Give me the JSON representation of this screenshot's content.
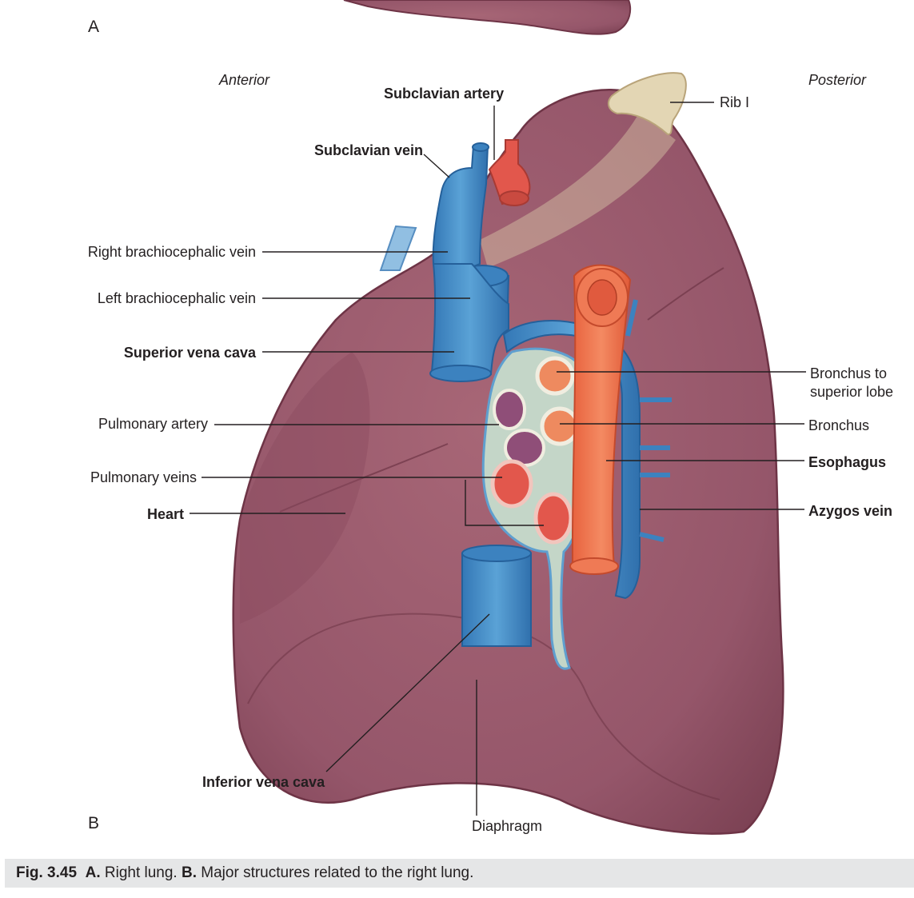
{
  "panels": {
    "a": "A",
    "b": "B"
  },
  "orientation": {
    "anterior": "Anterior",
    "posterior": "Posterior"
  },
  "labels": {
    "subclavian_artery": "Subclavian artery",
    "subclavian_vein": "Subclavian vein",
    "rib_1": "Rib I",
    "right_brachiocephalic_vein": "Right brachiocephalic vein",
    "left_brachiocephalic_vein": "Left brachiocephalic vein",
    "superior_vena_cava": "Superior vena cava",
    "bronchus_to_superior_lobe_1": "Bronchus to",
    "bronchus_to_superior_lobe_2": "superior lobe",
    "pulmonary_artery": "Pulmonary artery",
    "bronchus": "Bronchus",
    "esophagus": "Esophagus",
    "pulmonary_veins": "Pulmonary veins",
    "heart": "Heart",
    "azygos_vein": "Azygos vein",
    "inferior_vena_cava": "Inferior vena cava",
    "diaphragm": "Diaphragm"
  },
  "caption": {
    "figure_number": "Fig. 3.45",
    "a_marker": "A.",
    "a_text": "Right lung.",
    "b_marker": "B.",
    "b_text": "Major structures related to the right lung."
  },
  "colors": {
    "lung": "#9c5a6a",
    "lung_dark": "#7a3e4e",
    "vein_blue": "#4a90c8",
    "artery_red": "#e2574c",
    "esophagus_orange": "#ef7a55",
    "pulmonary_artery_purple": "#8f4e78",
    "rib": "#e3d6b4",
    "caption_bg": "#e5e6e7"
  }
}
